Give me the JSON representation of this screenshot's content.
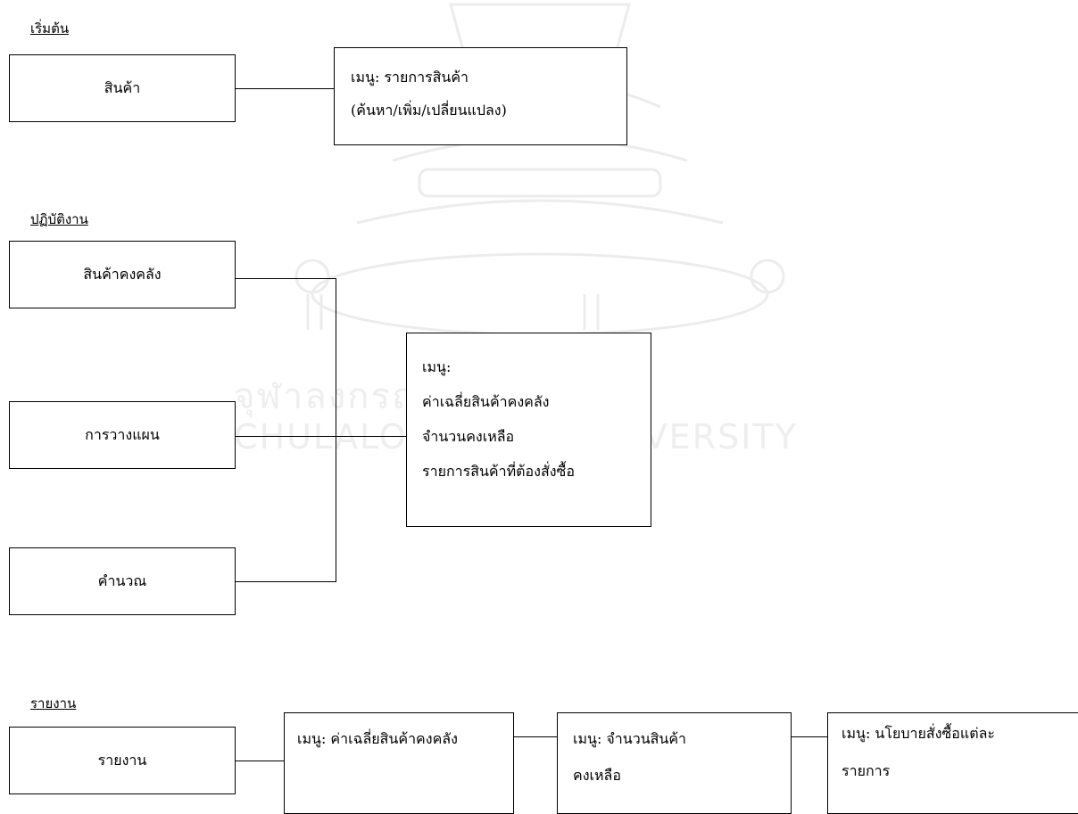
{
  "watermark": {
    "thai": "จุฬาลงกรณ์มหาวิทยาลัย",
    "english": "CHULALONGKORN UNIVERSITY"
  },
  "sections": {
    "start": "เริ่มต้น",
    "operations": "ปฏิบัติงาน",
    "reports": "รายงาน"
  },
  "start": {
    "product_box": "สินค้า",
    "product_menu": [
      "เมนู: รายการสินค้า",
      "(ค้นหา/เพิ่ม/เปลี่ยนแปลง)"
    ]
  },
  "operations": {
    "inventory_box": "สินค้าคงคลัง",
    "planning_box": "การวางแผน",
    "calculate_box": "คำนวณ",
    "menu": [
      "เมนู:",
      "ค่าเฉลี่ยสินค้าคงคลัง",
      "จำนวนคงเหลือ",
      "รายการสินค้าที่ต้องสั่งซื้อ"
    ]
  },
  "reports": {
    "report_box": "รายงาน",
    "menu_avg_inventory": "เมนู: ค่าเฉลี่ยสินค้าคงคลัง",
    "menu_remaining": [
      "เมนู: จำนวนสินค้า",
      "คงเหลือ"
    ],
    "menu_order_policy": [
      "เมนู: นโยบายสั่งซื้อแต่ละ",
      "รายการ"
    ]
  }
}
